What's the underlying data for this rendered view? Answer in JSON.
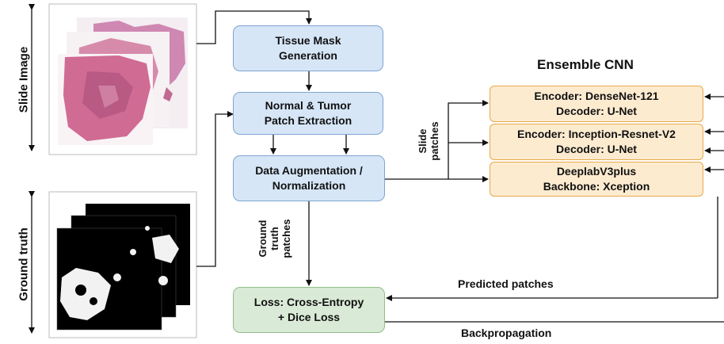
{
  "side_labels": {
    "slide_image": "Slide Image",
    "ground_truth": "Ground truth"
  },
  "pipeline": {
    "tissue_mask": [
      "Tissue Mask",
      "Generation"
    ],
    "patch_extraction": [
      "Normal & Tumor",
      "Patch Extraction"
    ],
    "augmentation": [
      "Data Augmentation /",
      "Normalization"
    ],
    "loss": [
      "Loss: Cross-Entropy",
      "+ Dice Loss"
    ]
  },
  "ensemble": {
    "title": "Ensemble CNN",
    "models": [
      [
        "Encoder: DenseNet-121",
        "Decoder: U-Net"
      ],
      [
        "Encoder: Inception-Resnet-V2",
        "Decoder: U-Net"
      ],
      [
        "DeeplabV3plus",
        "Backbone: Xception"
      ]
    ]
  },
  "edge_labels": {
    "slide_patches": [
      "Slide",
      "patches"
    ],
    "ground_truth_patches": [
      "Ground",
      "truth",
      "patches"
    ],
    "predicted_patches": "Predicted patches",
    "backpropagation": "Backpropagation"
  },
  "colors": {
    "pipeline_fill": "#d6e6f7",
    "model_fill": "#fdebd0",
    "loss_fill": "#d9ead6",
    "tissue_pink": "#d98aa8",
    "mask_black": "#000000"
  }
}
